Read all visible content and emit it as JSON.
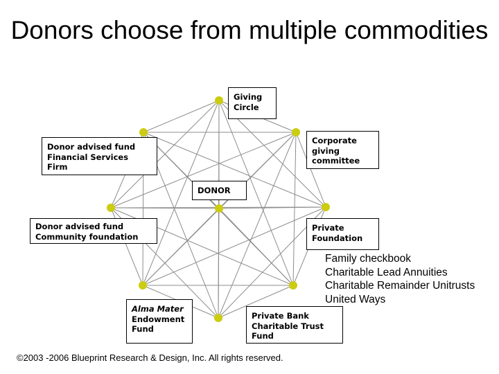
{
  "title": "Donors choose from multiple commodities",
  "nodes": {
    "giving_circle": [
      "Giving",
      "Circle"
    ],
    "corporate": [
      "Corporate",
      "giving",
      "committee"
    ],
    "donor": [
      "DONOR"
    ],
    "private_foundation": [
      "Private",
      "Foundation"
    ],
    "private_bank": [
      "Private Bank",
      "Charitable Trust",
      "Fund"
    ],
    "alma_mater": [
      "Alma Mater",
      "Endowment",
      "Fund"
    ],
    "daf_financial": [
      "Donor advised fund",
      "Financial Services",
      "Firm"
    ],
    "daf_community": [
      "Donor advised fund",
      "Community foundation"
    ]
  },
  "other_options": [
    "Family checkbook",
    "Charitable Lead Annuities",
    "Charitable Remainder Unitrusts",
    "United Ways"
  ],
  "copyright": "©2003 -2006 Blueprint Research & Design, Inc. All rights reserved.",
  "colors": {
    "node": "#cccc11",
    "edge": "#8c8c8c"
  }
}
